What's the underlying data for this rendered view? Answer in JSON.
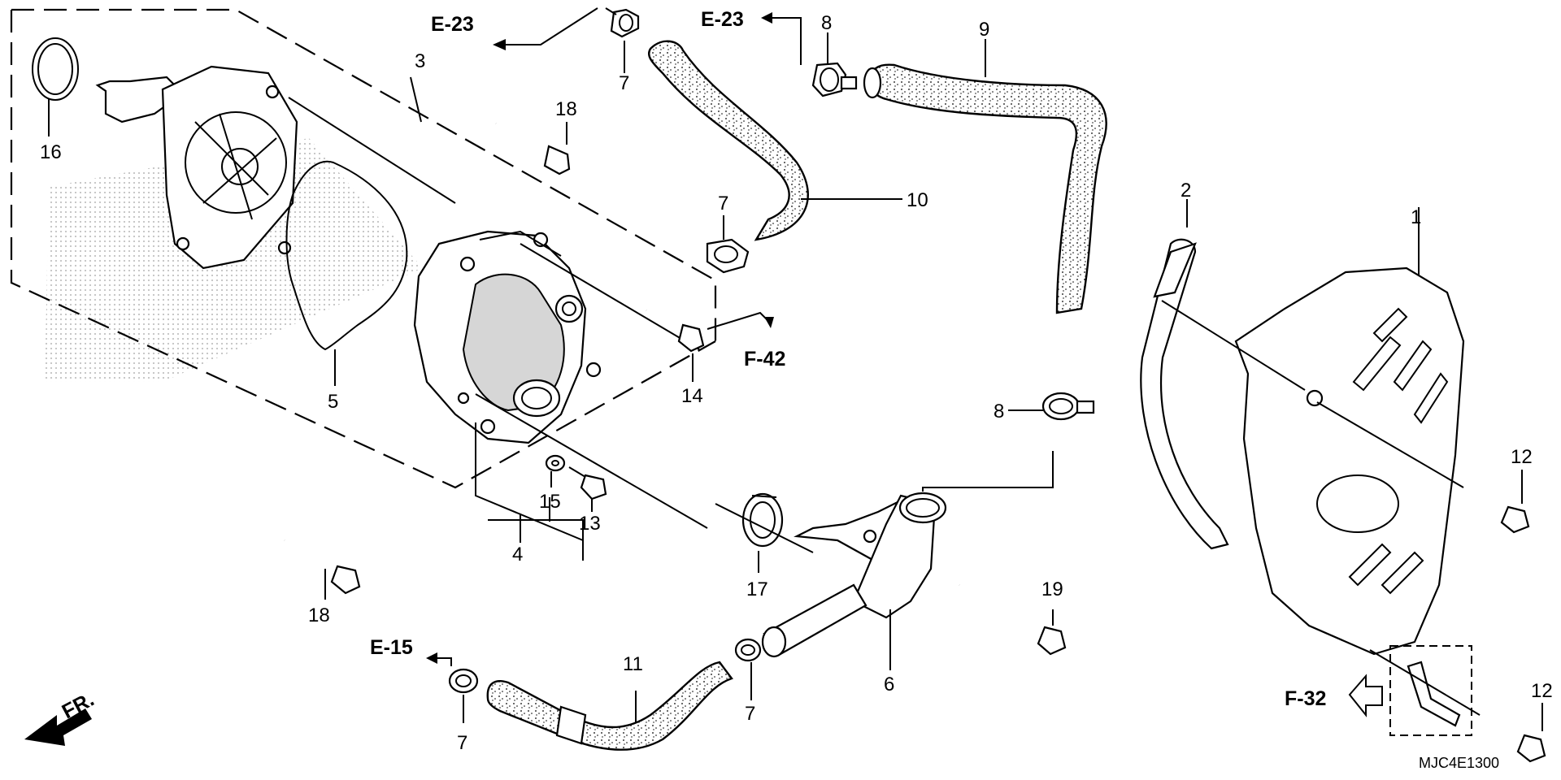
{
  "callouts": [
    "1",
    "2",
    "3",
    "4",
    "5",
    "6",
    "7",
    "8",
    "9",
    "10",
    "11",
    "12",
    "13",
    "14",
    "15",
    "16",
    "17",
    "18",
    "19"
  ],
  "refs": {
    "e23_left": "E-23",
    "e23_right": "E-23",
    "f42": "F-42",
    "e15": "E-15",
    "f32": "F-32"
  },
  "front_label": "FR.",
  "diagram_code": "MJC4E1300"
}
